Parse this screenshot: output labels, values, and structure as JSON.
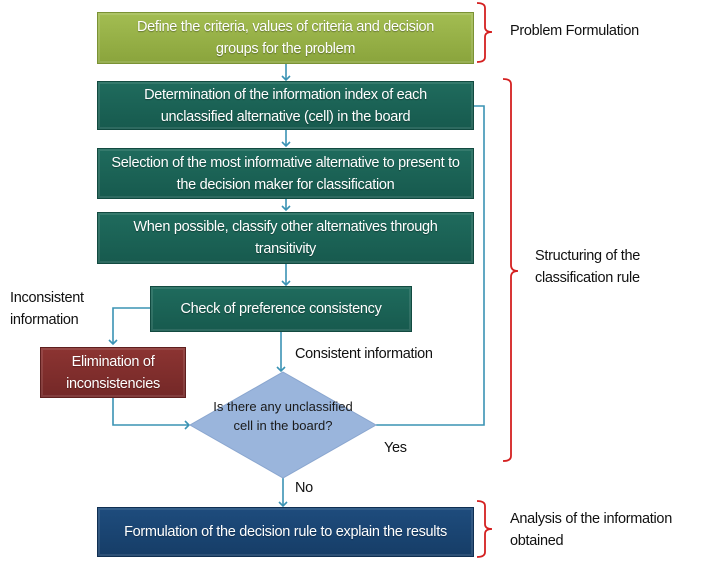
{
  "steps": {
    "define": "Define the criteria, values of criteria and decision groups for the problem",
    "determination": "Determination of the information index of each unclassified alternative (cell) in the board",
    "selection": "Selection of the most informative alternative to present to the decision maker for classification",
    "transitivity": "When possible, classify other alternatives through transitivity",
    "check": "Check of preference consistency",
    "elimination": "Elimination of inconsistencies",
    "decision": "Is there any unclassified cell in the board?",
    "formulation": "Formulation of the decision rule to explain the results"
  },
  "edge_labels": {
    "inconsistent": "Inconsistent information",
    "consistent": "Consistent information",
    "yes": "Yes",
    "no": "No"
  },
  "phases": [
    {
      "label": "Problem Formulation"
    },
    {
      "label": "Structuring of the classification rule"
    },
    {
      "label": "Analysis of the information obtained"
    }
  ],
  "colors": {
    "connector": "#3a93b4",
    "bracket": "#d42020",
    "green": "#93ad44",
    "teal": "#1b6356",
    "red": "#7f2e2d",
    "navy": "#1a4572",
    "diamond": "#9ab5dc"
  }
}
